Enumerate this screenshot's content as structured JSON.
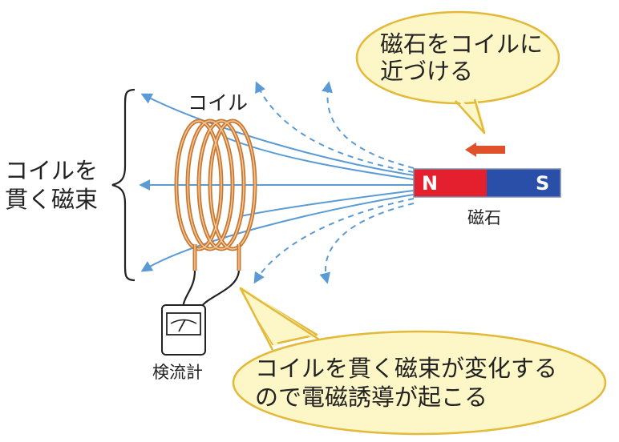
{
  "bubbles": {
    "top": {
      "line1": "磁石をコイルに",
      "line2": "近づける"
    },
    "bottom": {
      "line1": "コイルを貫く磁束が変化する",
      "line2": "ので電磁誘導が起こる"
    }
  },
  "labels": {
    "coil": "コイル",
    "flux_line1": "コイルを",
    "flux_line2": "貫く磁束",
    "magnet": "磁石",
    "galvanometer": "検流計"
  },
  "magnet": {
    "north": "N",
    "south": "S",
    "north_color": "#e4202e",
    "south_color": "#2a4fa8",
    "motion": "toward-coil"
  },
  "colors": {
    "bubble_fill": "#fdf6c6",
    "bubble_stroke": "#e3b93a",
    "coil": "#c87831",
    "field_line": "#5a9bd5",
    "motion_arrow": "#e0502a"
  },
  "icons": {
    "galvanometer": "galvanometer-icon",
    "motion_arrow": "left-arrow-icon",
    "brace": "curly-brace-icon"
  }
}
